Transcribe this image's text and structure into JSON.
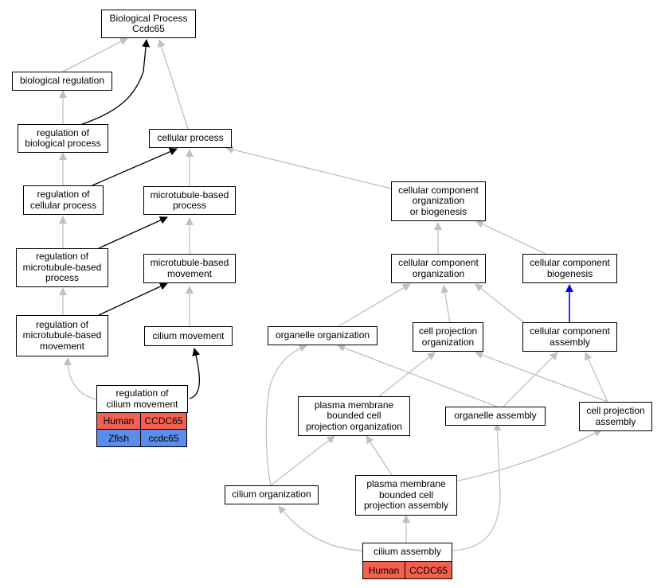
{
  "root": {
    "line1": "Biological Process",
    "line2": "Ccdc65"
  },
  "nodes": {
    "biological_regulation": [
      "biological regulation"
    ],
    "regulation_of_biological_process": [
      "regulation of",
      "biological process"
    ],
    "cellular_process": [
      "cellular process"
    ],
    "regulation_of_cellular_process": [
      "regulation of",
      "cellular process"
    ],
    "microtubule_based_process": [
      "microtubule-based",
      "process"
    ],
    "ccob": [
      "cellular component",
      "organization",
      "or biogenesis"
    ],
    "regulation_of_mt_process": [
      "regulation of",
      "microtubule-based",
      "process"
    ],
    "microtubule_based_movement": [
      "microtubule-based",
      "movement"
    ],
    "cellular_component_organization": [
      "cellular component",
      "organization"
    ],
    "cellular_component_biogenesis": [
      "cellular component",
      "biogenesis"
    ],
    "regulation_of_mt_movement": [
      "regulation of",
      "microtubule-based",
      "movement"
    ],
    "cilium_movement": [
      "cilium movement"
    ],
    "organelle_organization": [
      "organelle organization"
    ],
    "cell_projection_organization": [
      "cell projection",
      "organization"
    ],
    "cellular_component_assembly": [
      "cellular component",
      "assembly"
    ],
    "regulation_of_cilium_movement": [
      "regulation of",
      "cilium movement"
    ],
    "pmbcpo": [
      "plasma membrane",
      "bounded cell",
      "projection organization"
    ],
    "organelle_assembly": [
      "organelle assembly"
    ],
    "cell_projection_assembly": [
      "cell projection",
      "assembly"
    ],
    "cilium_organization": [
      "cilium organization"
    ],
    "pmbcpa": [
      "plasma membrane",
      "bounded cell",
      "projection assembly"
    ],
    "cilium_assembly": [
      "cilium assembly"
    ]
  },
  "genes": {
    "regulation_of_cilium_movement": [
      {
        "species": "Human",
        "gene": "CCDC65",
        "color": "#f4604d"
      },
      {
        "species": "Zfish",
        "gene": "ccdc65",
        "color": "#5b8dec"
      }
    ],
    "cilium_assembly": [
      {
        "species": "Human",
        "gene": "CCDC65",
        "color": "#f4604d"
      }
    ]
  },
  "colors": {
    "edge_gray": "#c0c0c0",
    "edge_black": "#000000",
    "edge_blue": "#0000ff"
  }
}
